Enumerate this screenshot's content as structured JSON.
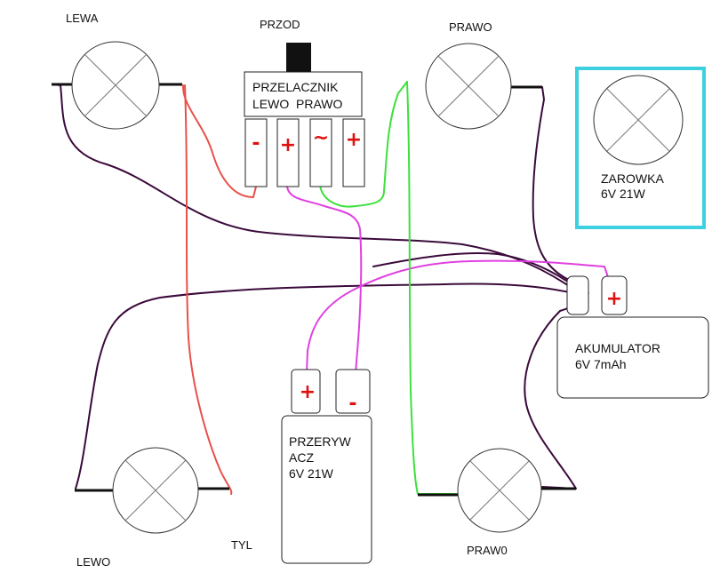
{
  "labels": {
    "front_left": "LEWA",
    "front": "PRZOD",
    "front_right": "PRAWO",
    "rear_left": "LEWO",
    "rear": "TYL",
    "rear_right": "PRAW0"
  },
  "switch": {
    "line1": "PRZELACZNIK",
    "line2": "LEWO  PRAWO",
    "terminals": [
      "-",
      "+",
      "~",
      "+"
    ]
  },
  "bulb_legend": {
    "line1": "ZAROWKA",
    "line2": "6V 21W",
    "border_color": "#3cd0e0"
  },
  "battery": {
    "line1": "AKUMULATOR",
    "line2": "6V 7mAh",
    "terminals": [
      "",
      "+"
    ]
  },
  "flasher": {
    "line1": "PRZERYW",
    "line2": "ACZ",
    "line3": "6V 21W",
    "terminals": [
      "+",
      "-"
    ]
  },
  "colors": {
    "wire_red": "#e8504a",
    "wire_purple": "#3a0a3a",
    "wire_magenta": "#e040e0",
    "wire_green": "#3de03d",
    "terminal_sign": "#e01010"
  }
}
